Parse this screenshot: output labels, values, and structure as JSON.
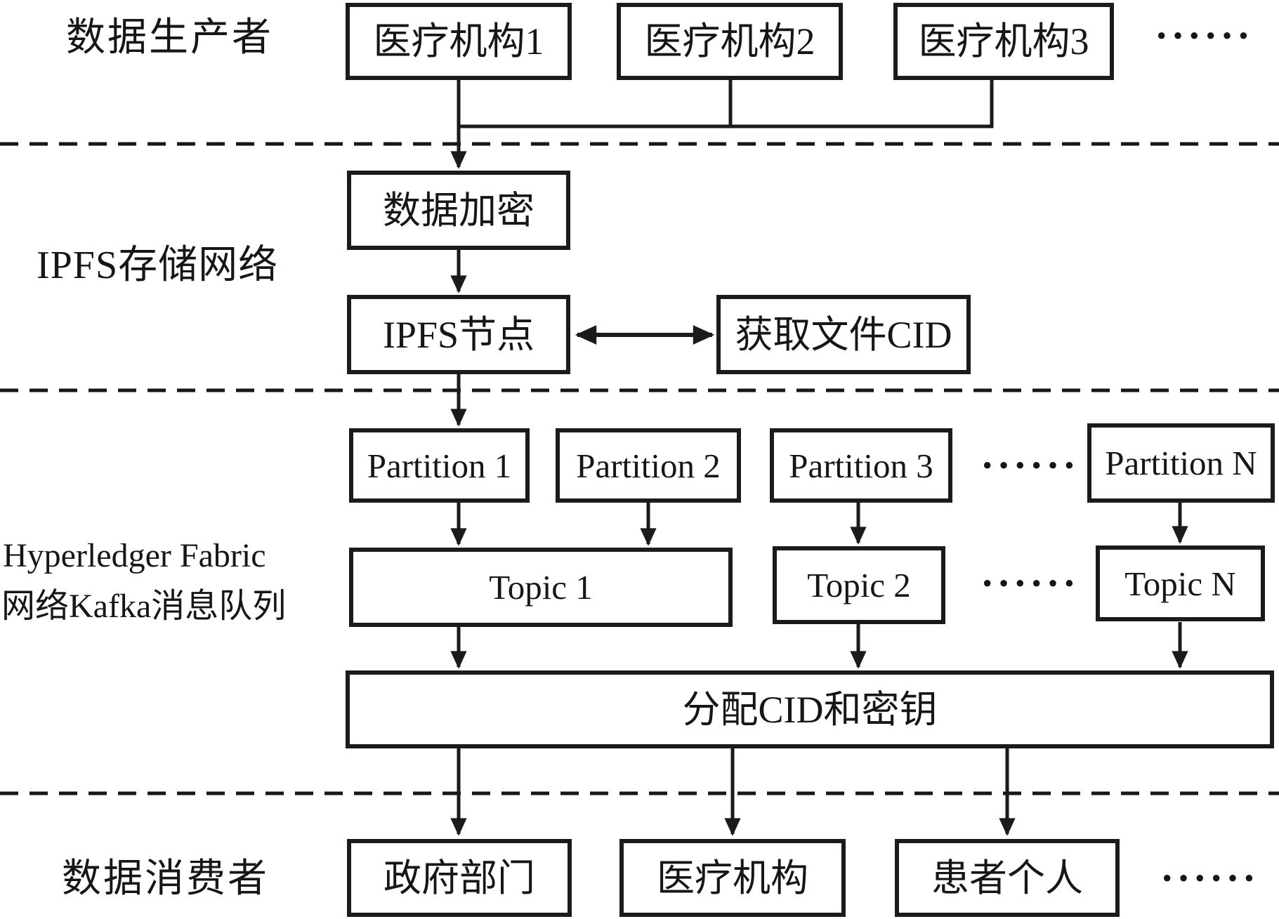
{
  "labels": {
    "producers": "数据生产者",
    "ipfs": "IPFS存储网络",
    "fabric_line1": "Hyperledger Fabric",
    "fabric_line2": "网络Kafka消息队列",
    "consumers": "数据消费者"
  },
  "boxes": {
    "producer1": "医疗机构1",
    "producer2": "医疗机构2",
    "producer3": "医疗机构3",
    "encrypt": "数据加密",
    "ipfs_node": "IPFS节点",
    "get_cid": "获取文件CID",
    "partition1": "Partition 1",
    "partition2": "Partition 2",
    "partition3": "Partition 3",
    "partitionN": "Partition N",
    "topic1": "Topic 1",
    "topic2": "Topic 2",
    "topicN": "Topic N",
    "assign": "分配CID和密钥",
    "consumer_gov": "政府部门",
    "consumer_med": "医疗机构",
    "consumer_patient": "患者个人"
  },
  "ellipsis": "······",
  "colors": {
    "ink": "#1b1b1b",
    "background": "#ffffff"
  }
}
